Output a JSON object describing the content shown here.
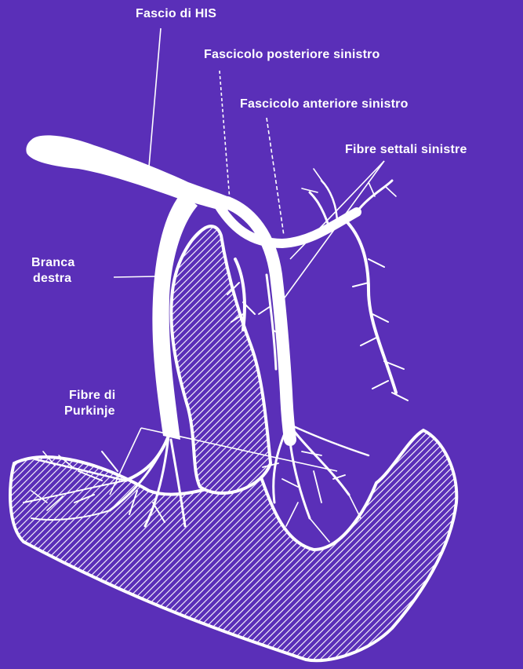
{
  "colors": {
    "background": "#5a2fb8",
    "ink": "#ffffff"
  },
  "labels": {
    "his": "Fascio di HIS",
    "posterior": "Fascicolo posteriore sinistro",
    "anterior": "Fascicolo anteriore sinistro",
    "septal": "Fibre settali sinistre",
    "right_branch_line1": "Branca",
    "right_branch_line2": "destra",
    "purkinje_line1": "Fibre di",
    "purkinje_line2": "Purkinje"
  }
}
